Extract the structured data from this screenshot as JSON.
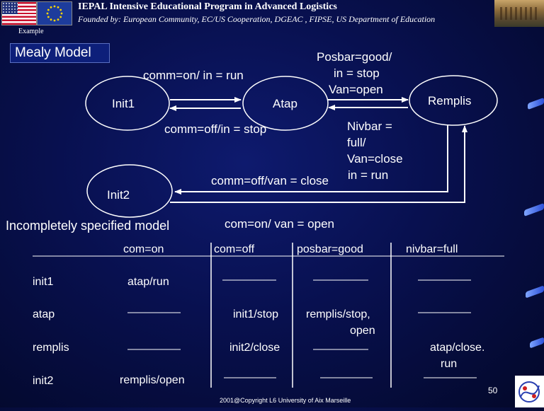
{
  "header": {
    "title": "IEPAL Intensive Educational Program in Advanced Logistics",
    "subtitle": "Founded by: European Community, EC/US Cooperation, DGEAC , FIPSE, US Department of Education",
    "example": "Example"
  },
  "slide": {
    "heading": "Mealy Model",
    "states": {
      "init1": "Init1",
      "atap": "Atap",
      "remplis": "Remplis",
      "init2": "Init2"
    },
    "transitions": {
      "init1_atap": "comm=on/ in = run",
      "atap_init1": "comm=off/in = stop",
      "atap_remplis": [
        "Posbar=good/",
        "in = stop",
        "Van=open"
      ],
      "remplis_atap": [
        "Nivbar =",
        "full/",
        "Van=close",
        "in = run"
      ],
      "remplis_init2": "comm=off/van = close",
      "init2_remplis": "com=on/ van = open"
    },
    "incomplete_label": "Incompletely specified model",
    "table": {
      "headers": [
        "com=on",
        "com=off",
        "posbar=good",
        "nivbar=full"
      ],
      "rows": [
        {
          "state": "init1",
          "cells": [
            "atap/run",
            "",
            "",
            ""
          ]
        },
        {
          "state": "atap",
          "cells": [
            "",
            "init1/stop",
            [
              "remplis/stop,",
              "open"
            ],
            ""
          ]
        },
        {
          "state": "remplis",
          "cells": [
            "",
            "init2/close",
            "",
            [
              "atap/close.",
              "run"
            ]
          ]
        },
        {
          "state": "init2",
          "cells": [
            "remplis/open",
            "",
            "",
            ""
          ]
        }
      ]
    },
    "page_number": "50",
    "footer": "2001@Copyright L6 University of Aix Marseille"
  }
}
